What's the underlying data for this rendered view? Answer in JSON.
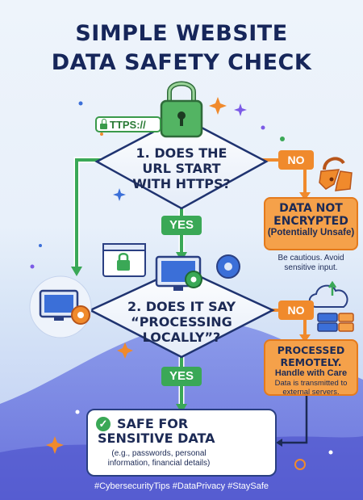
{
  "title": {
    "line1": "SIMPLE WEBSITE",
    "line2": "DATA SAFETY CHECK"
  },
  "https_badge": "TTPS://",
  "question1": "1. DOES THE URL START WITH HTTPS?",
  "question2": "2. DOES IT SAY “PROCESSING LOCALLY”?",
  "yes_label": "YES",
  "no_label": "NO",
  "not_encrypted": {
    "heading": "DATA NOT ENCRYPTED",
    "sub": "(Potentially Unsafe)",
    "note": "Be cautious. Avoid sensitive input."
  },
  "processed_remotely": {
    "heading": "PROCESSED REMOTELY.",
    "sub": "Handle with Care",
    "note": "Data is transmitted to external servers."
  },
  "safe": {
    "heading": "SAFE FOR SENSITIVE DATA",
    "detail": "(e.g., passwords, personal information, financial details)"
  },
  "hashtags": "#CybersecurityTips #DataPrivacy #StaySafe",
  "colors": {
    "navy": "#1c2a55",
    "green": "#3aa856",
    "orange": "#f08a2c",
    "blue": "#3b6fd8"
  }
}
